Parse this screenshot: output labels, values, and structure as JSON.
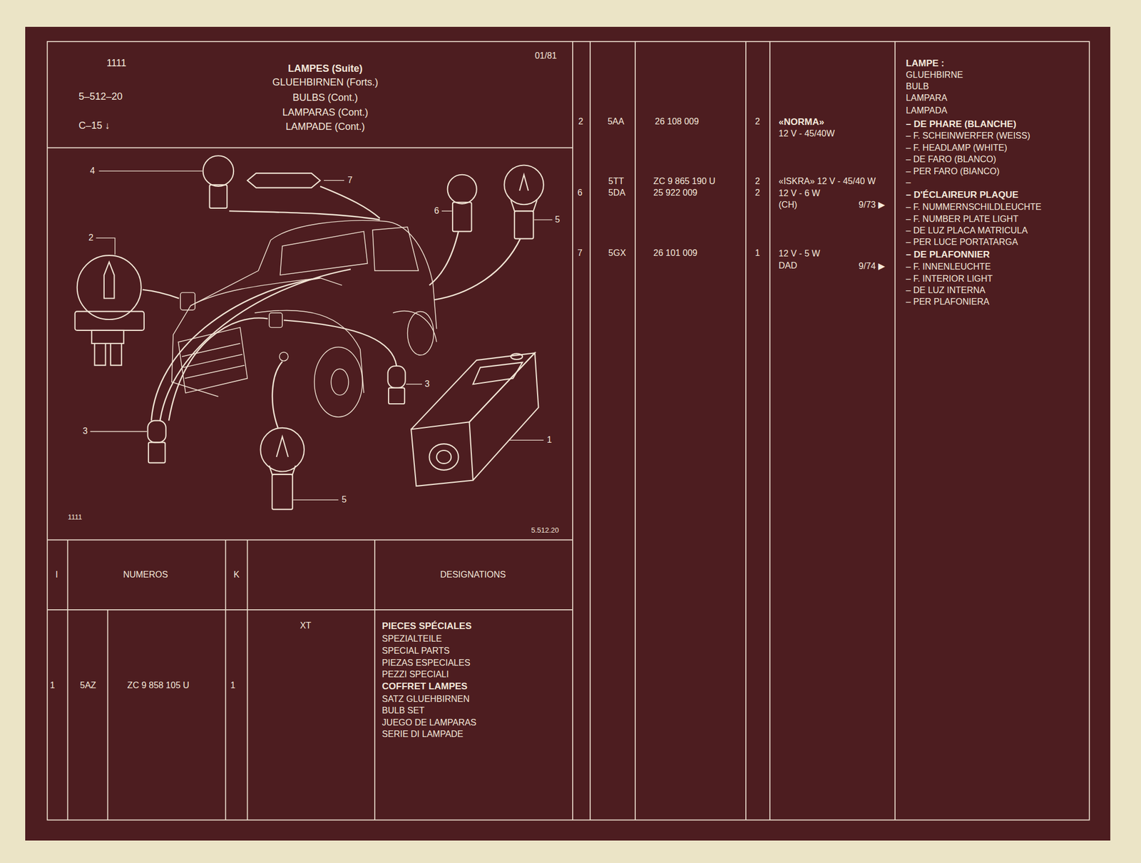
{
  "diagram": {
    "title": "LAMPES (Suite)",
    "labels": [
      "1111",
      "5–512–20",
      "C–15 ↓",
      "GLUEHBIRNEN (Forts.)",
      "BULBS (Cont.)",
      "LAMPARAS (Cont.)",
      "LAMPADE (Cont.)",
      "01/81",
      "4",
      "7",
      "6",
      "5",
      "2",
      "3",
      "3",
      "1",
      "5",
      "1111",
      "5.512.20",
      "I",
      "NUMEROS",
      "K",
      "DESIGNATIONS",
      "XT",
      "1",
      "5AZ",
      "ZC 9 858 105 U",
      "1",
      "PIECES SPÉCIALES",
      "SPEZIALTEILE",
      "SPECIAL PARTS",
      "PIEZAS ESPECIALES",
      "PEZZI SPECIALI",
      "COFFRET LAMPES",
      "SATZ GLUEHBIRNEN",
      "BULB SET",
      "JUEGO DE LAMPARAS",
      "SERIE DI LAMPADE",
      "2",
      "5AA",
      "26 108 009",
      "2",
      "«NORMA»",
      "12 V - 45/40W",
      "5TT",
      "ZC 9 865 190 U",
      "2",
      "«ISKRA» 12 V - 45/40 W",
      "6",
      "5DA",
      "25 922 009",
      "2",
      "12 V - 6 W",
      "(CH)",
      "9/73 ▶",
      "7",
      "5GX",
      "26 101 009",
      "1",
      "12 V - 5 W",
      "DAD",
      "9/74 ▶",
      "LAMPE :",
      "GLUEHBIRNE",
      "BULB",
      "LAMPARA",
      "LAMPADA",
      "– DE PHARE (BLANCHE)",
      "– F. SCHEINWERFER (WEISS)",
      "– F. HEADLAMP (WHITE)",
      "– DE FARO (BLANCO)",
      "– PER FARO (BIANCO)",
      "–",
      "– D'ÉCLAIREUR PLAQUE",
      "– F. NUMMERNSCHILDLEUCHTE",
      "– F. NUMBER PLATE LIGHT",
      "– DE LUZ PLACA MATRICULA",
      "– PER LUCE PORTATARGA",
      "– DE PLAFONNIER",
      "– F. INNENLEUCHTE",
      "– F. INTERIOR LIGHT",
      "– DE LUZ INTERNA",
      "– PER PLAFONIERA"
    ]
  }
}
